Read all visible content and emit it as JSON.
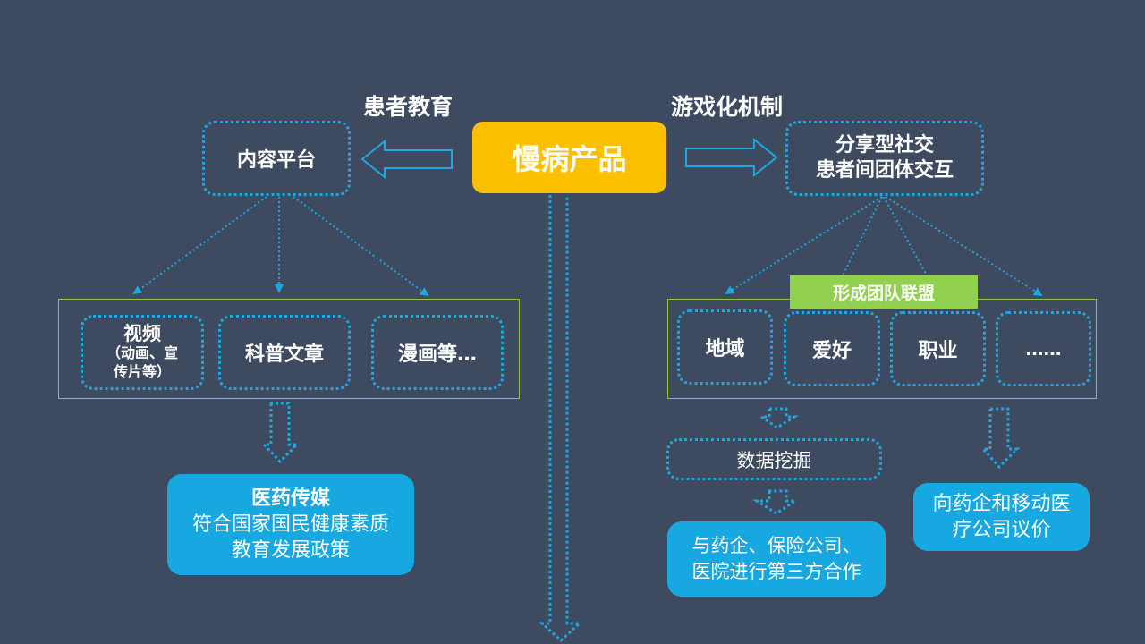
{
  "colors": {
    "background": "#3d4a5f",
    "core": "#fdc000",
    "accent_blue": "#1ea7e1",
    "solid_box_blue": "#17a8e1",
    "frame_green": "#8fc54a",
    "banner_green": "#92d050",
    "text": "#ffffff"
  },
  "core": {
    "label": "慢病产品"
  },
  "left_branch": {
    "heading": "患者教育",
    "platform": "内容平台",
    "items": [
      {
        "title": "视频",
        "subtitle_line1": "（动画、宣",
        "subtitle_line2": "传片等）"
      },
      {
        "title": "科普文章"
      },
      {
        "title": "漫画等…"
      }
    ],
    "outcome": {
      "title": "医药传媒",
      "line1": "符合国家国民健康素质",
      "line2": "教育发展政策"
    }
  },
  "right_branch": {
    "heading": "游戏化机制",
    "platform_line1": "分享型社交",
    "platform_line2": "患者间团体交互",
    "banner": "形成团队联盟",
    "items": [
      "地域",
      "爱好",
      "职业",
      "……"
    ],
    "data_mining": "数据挖掘",
    "partnership": {
      "line1": "与药企、保险公司、",
      "line2": "医院进行第三方合作"
    },
    "pricing": {
      "line1": "向药企和移动医",
      "line2": "疗公司议价"
    }
  }
}
